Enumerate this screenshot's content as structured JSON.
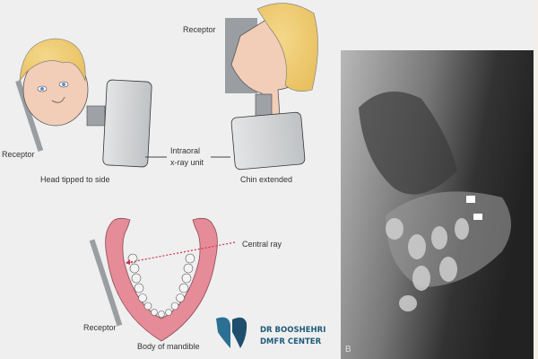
{
  "labels": {
    "receptor_top": "Receptor",
    "receptor_left": "Receptor",
    "receptor_bottom": "Receptor",
    "intraoral_line1": "Intraoral",
    "intraoral_line2": "x-ray unit",
    "head_tipped": "Head tipped to side",
    "chin_extended": "Chin extended",
    "central_ray": "Central ray",
    "body_of_mandible": "Body of mandible",
    "radiograph_panel_label": "B"
  },
  "logo": {
    "line1": "DR BOOSHEHRI",
    "line2": "DMFR CENTER"
  },
  "colors": {
    "background": "#efefef",
    "hair": "#f1d27a",
    "skin": "#f2cdb8",
    "receptor": "#9a9ea3",
    "xray_unit": "#d4d6d8",
    "mandible": "#e58c98",
    "central_ray": "#d0314a",
    "logo_blue": "#1f5b7a"
  }
}
